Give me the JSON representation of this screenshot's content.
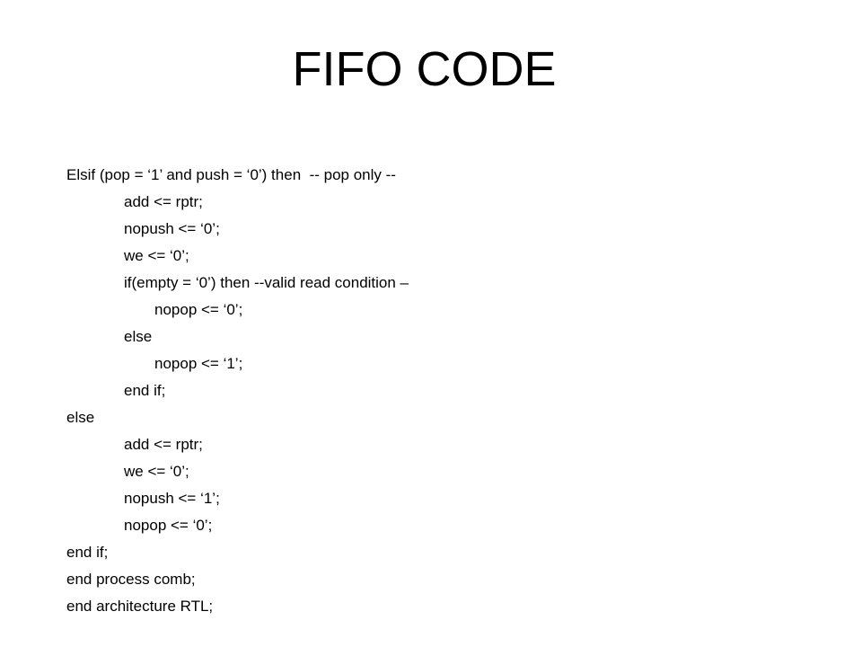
{
  "slide": {
    "title": "FIFO CODE",
    "lines": [
      {
        "text": "Elsif (pop = ‘1’ and push = ‘0’) then  -- pop only --",
        "indent": 0
      },
      {
        "text": "add <= rptr;",
        "indent": 1
      },
      {
        "text": "nopush <= ‘0’;",
        "indent": 1
      },
      {
        "text": "we <= ‘0’;",
        "indent": 1
      },
      {
        "text": "if(empty = ‘0’) then --valid read condition –",
        "indent": 1
      },
      {
        "text": "nopop <= ‘0’;",
        "indent": 2
      },
      {
        "text": "else",
        "indent": 1
      },
      {
        "text": "nopop <= ‘1’;",
        "indent": 2
      },
      {
        "text": "end if;",
        "indent": 1
      },
      {
        "text": "else",
        "indent": 0
      },
      {
        "text": "add <= rptr;",
        "indent": 1
      },
      {
        "text": "we <= ‘0’;",
        "indent": 1
      },
      {
        "text": "nopush <= ‘1’;",
        "indent": 1
      },
      {
        "text": "nopop <= ‘0’;",
        "indent": 1
      },
      {
        "text": "end if;",
        "indent": 0
      },
      {
        "text": "end process comb;",
        "indent": 0
      },
      {
        "text": "end architecture RTL;",
        "indent": 0
      }
    ]
  }
}
